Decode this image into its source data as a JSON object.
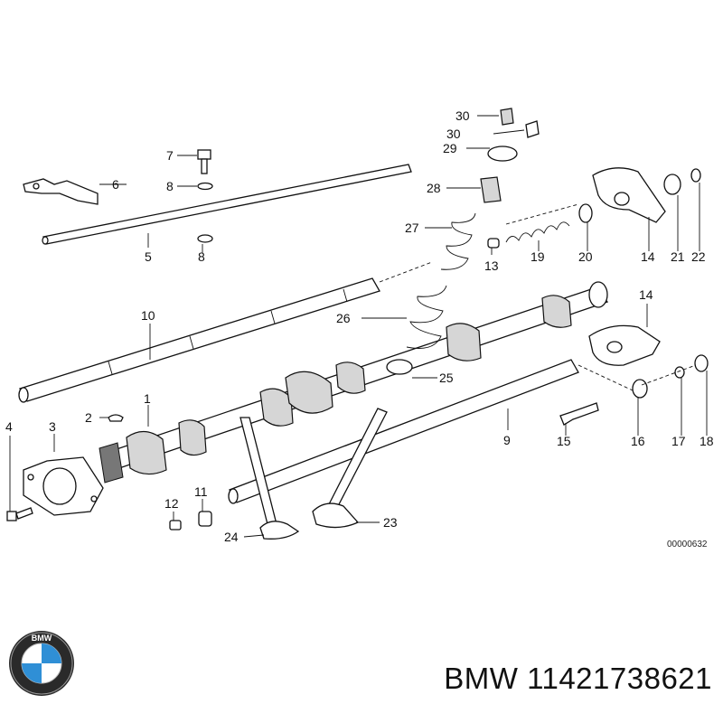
{
  "diagram": {
    "ref_code": "00000632",
    "callouts": {
      "c1": "1",
      "c2": "2",
      "c3": "3",
      "c4": "4",
      "c5": "5",
      "c6": "6",
      "c7": "7",
      "c8a": "8",
      "c8b": "8",
      "c9": "9",
      "c10": "10",
      "c11": "11",
      "c12": "12",
      "c13": "13",
      "c14a": "14",
      "c14b": "14",
      "c15": "15",
      "c16": "16",
      "c17": "17",
      "c18": "18",
      "c19": "19",
      "c20": "20",
      "c21": "21",
      "c22": "22",
      "c23": "23",
      "c24": "24",
      "c25": "25",
      "c26": "26",
      "c27": "27",
      "c28": "28",
      "c29": "29",
      "c30a": "30",
      "c30b": "30"
    }
  },
  "footer": {
    "logo_text": "BMW",
    "part_number": "BMW 11421738621"
  },
  "colors": {
    "logo_blue": "#2f8fd6",
    "ink": "#111111"
  }
}
